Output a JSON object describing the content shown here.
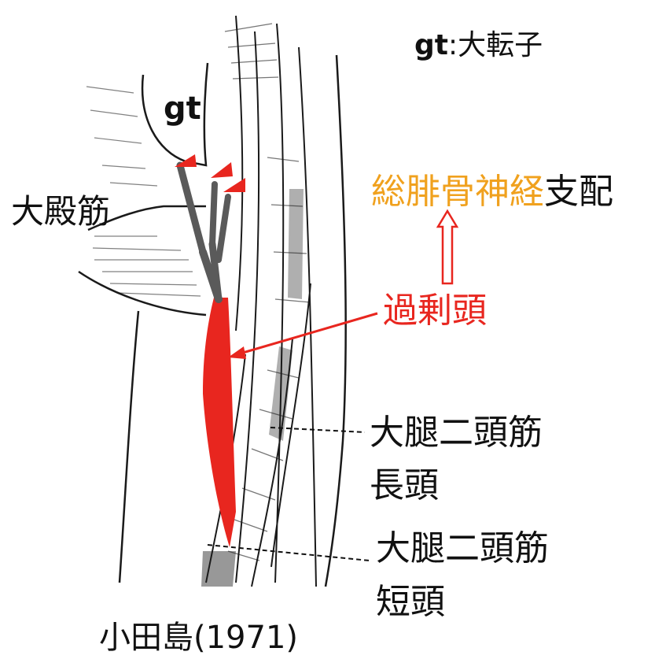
{
  "legend": {
    "abbr": "gt",
    "sep": ":",
    "meaning": "大転子"
  },
  "labels": {
    "gt": "gt",
    "gluteus_maximus": "大殿筋",
    "nerve_name": "総腓骨神経",
    "nerve_suffix": "支配",
    "accessory_head": "過剰頭",
    "biceps_long_line1": "大腿二頭筋",
    "biceps_long_line2": "長頭",
    "biceps_short_line1": "大腿二頭筋",
    "biceps_short_line2": "短頭",
    "citation": "小田島(1971)"
  },
  "colors": {
    "accessory_muscle": "#e8261f",
    "nerve_text": "#f0a11e",
    "tendon": "#5a5a5a",
    "arrow": "#e8261f",
    "sketch": "#1a1a1a"
  }
}
